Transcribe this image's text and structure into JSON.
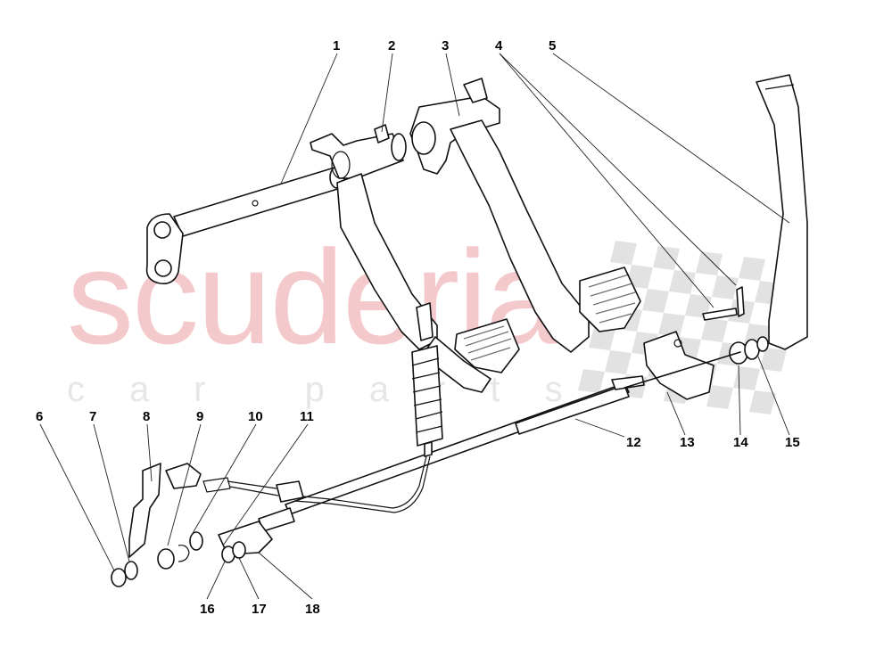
{
  "watermark": {
    "main": "scuderia",
    "sub": "car parts"
  },
  "callouts": [
    "1",
    "2",
    "3",
    "4",
    "5",
    "6",
    "7",
    "8",
    "9",
    "10",
    "11",
    "12",
    "13",
    "14",
    "15",
    "16",
    "17",
    "18"
  ],
  "colors": {
    "watermark_red": "#f4c9cc",
    "watermark_grey": "#e6e6e6",
    "checker": "#d9d9d9",
    "line": "#111111"
  }
}
